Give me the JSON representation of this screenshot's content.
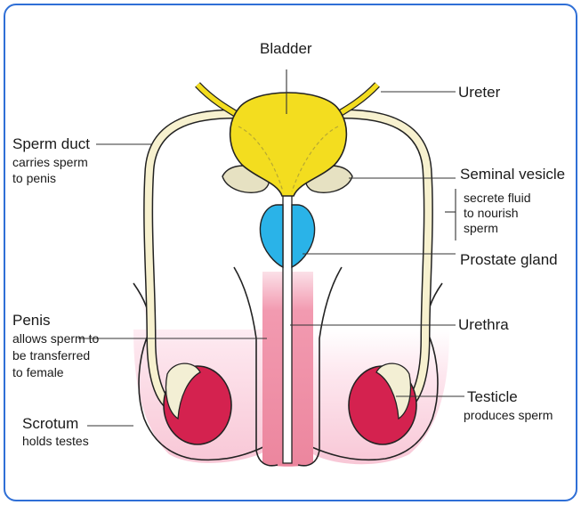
{
  "labels": {
    "bladder": "Bladder",
    "ureter": "Ureter",
    "sperm_duct": {
      "title": "Sperm duct",
      "desc": [
        "carries sperm",
        "to penis"
      ]
    },
    "seminal_vesicle": {
      "title": "Seminal vesicle",
      "desc": [
        "secrete fluid",
        "to nourish",
        "sperm"
      ]
    },
    "prostate_gland": "Prostate gland",
    "penis": {
      "title": "Penis",
      "desc": [
        "allows sperm to",
        "be transferred",
        "to female"
      ]
    },
    "urethra": "Urethra",
    "testicle": {
      "title": "Testicle",
      "desc": [
        "produces sperm"
      ]
    },
    "scrotum": {
      "title": "Scrotum",
      "desc": [
        "holds testes"
      ]
    }
  },
  "colors": {
    "frame": "#2f6fd6",
    "bladder": "#f3dd1f",
    "prostate": "#2ab3e8",
    "penis": "#ec8aa1",
    "testicle": "#d4224f",
    "scrotum": "#fbe3ea",
    "duct": "#f7f1cf",
    "vesicle": "#e6e1c2"
  }
}
